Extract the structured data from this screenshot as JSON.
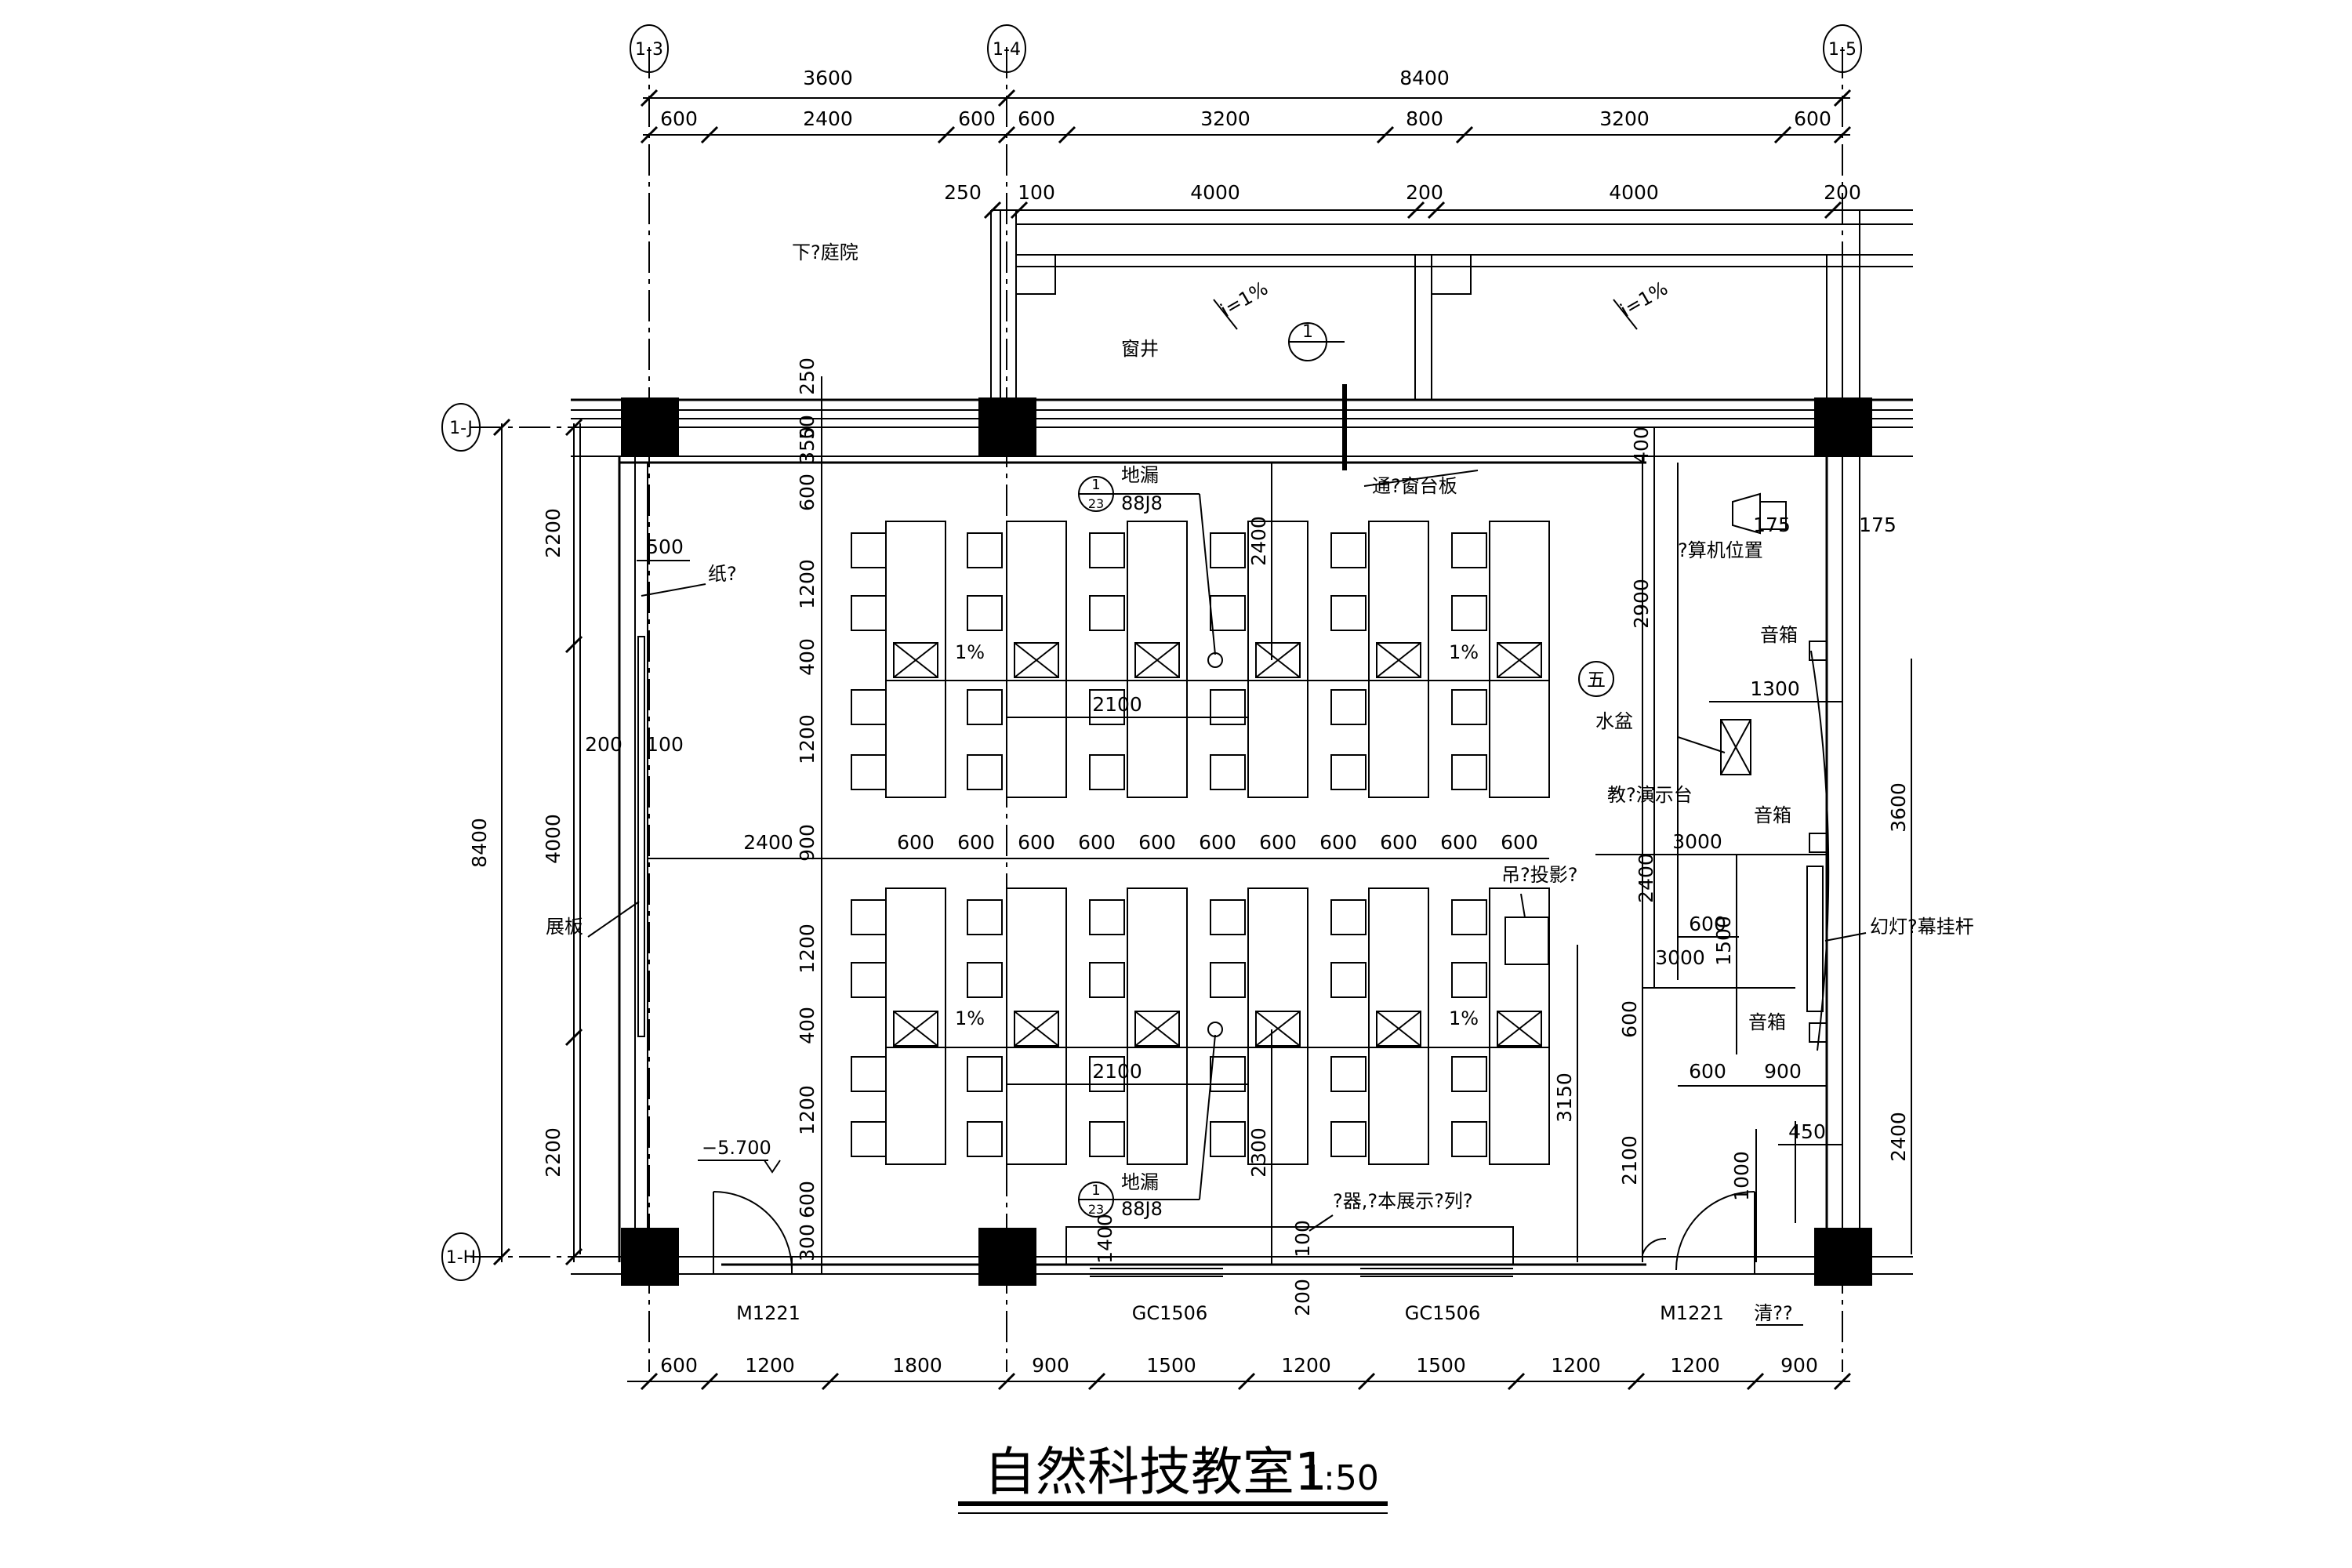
{
  "title": "自然科技教室1",
  "scale": "1:50",
  "axes": {
    "v1": "1-3",
    "v2": "1-4",
    "v3": "1-5",
    "h1": "1-J",
    "h2": "1-H"
  },
  "dims_top": {
    "total_left": "3600",
    "total_right": "8400",
    "row2": [
      "600",
      "2400",
      "600",
      "600",
      "3200",
      "800",
      "3200",
      "600"
    ],
    "row3": [
      "250",
      "100",
      "4000",
      "200",
      "4000",
      "200"
    ]
  },
  "dims_bottom": [
    "600",
    "1200",
    "1800",
    "900",
    "1500",
    "1200",
    "1500",
    "1200",
    "1200",
    "900"
  ],
  "dims_left": {
    "total": "8400",
    "parts": [
      "2200",
      "4000",
      "2200"
    ]
  },
  "dims_inner_left": [
    "250",
    "50",
    "350",
    "600",
    "1200",
    "400",
    "1200",
    "900",
    "1200",
    "400",
    "1200",
    "600",
    "300"
  ],
  "dims_desk_row": [
    "2400",
    "600",
    "600",
    "600",
    "600",
    "600",
    "600",
    "600",
    "600",
    "600",
    "600",
    "600"
  ],
  "dims_misc": {
    "d500": "500",
    "d200": "200",
    "d100": "100",
    "d2100a": "2100",
    "d2100b": "2100",
    "d2400": "2400",
    "d2300": "2300",
    "d1400": "1400",
    "d100b": "100",
    "d200b": "200",
    "d400r": "400",
    "d2900": "2900",
    "d175a": "175",
    "d175b": "175",
    "d1300": "1300",
    "d3000a": "3000",
    "d3000b": "3000",
    "d600a": "600",
    "d1500": "1500",
    "d600b": "600",
    "d600c": "600",
    "d900": "900",
    "d2100c": "2100",
    "d3150": "3150",
    "d450": "450",
    "d1000": "1000",
    "d3600r": "3600",
    "d2400r": "2400",
    "d2400c": "2400"
  },
  "labels": {
    "courtyard": "下?庭院",
    "window_well": "窗井",
    "slope1": "i=1%",
    "slope2": "i=1%",
    "sill": "通?窗台板",
    "floor_drain_top": "地漏",
    "floor_drain_top_ref": "88J8",
    "floor_drain_bot": "地漏",
    "floor_drain_bot_ref": "88J8",
    "det_num": "1",
    "det_sheet": "23",
    "section_num": "1",
    "computer": "?算机位置",
    "speaker1": "音箱",
    "speaker2": "音箱",
    "speaker3": "音箱",
    "sink": "水盆",
    "demo_table": "教?演示台",
    "projector": "吊?投影?",
    "screen_rod": "幻灯?幕挂杆",
    "board_left": "纸?",
    "display_board": "展板",
    "level": "−5.700",
    "cabinet": "?器,?本展示?列?",
    "door_left": "M1221",
    "door_right": "M1221",
    "window1": "GC1506",
    "window2": "GC1506",
    "cleaning": "清??",
    "room_no": "五",
    "pct": [
      "1%",
      "1%",
      "1%",
      "1%"
    ]
  }
}
